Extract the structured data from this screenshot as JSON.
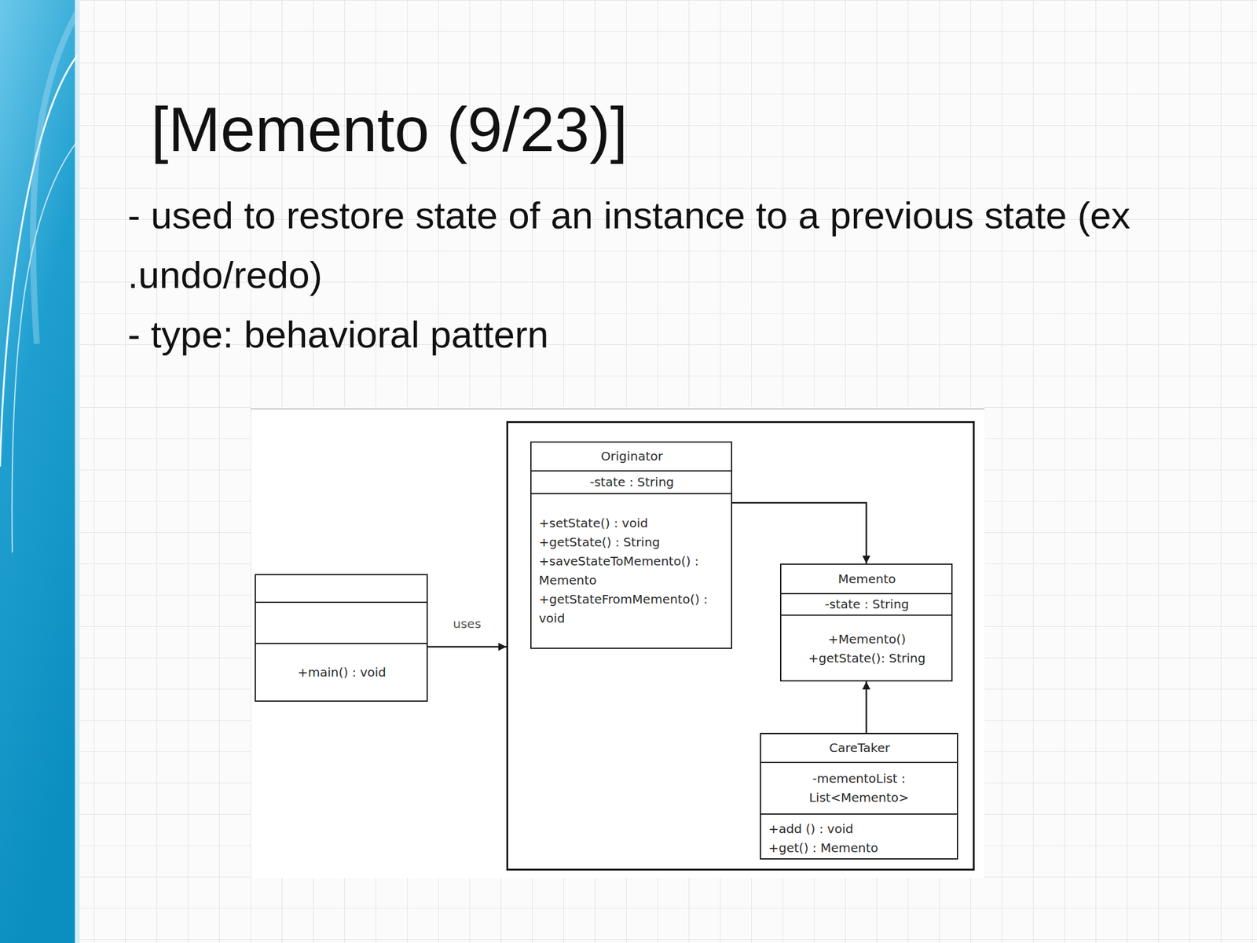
{
  "diagram": {
    "title": "[Memento (9/23)]",
    "nodes": [
      {
        "text": [
          "+main() : void"
        ]
      },
      {
        "text": []
      },
      {
        "text": [
          "Originator",
          "-state : String",
          "+setState() : void",
          "+getState() : String",
          "+saveStateToMemento() : Memento",
          "+getStateFromMemento() : void"
        ],
        "in": 1
      },
      {
        "text": [
          "Memento",
          "-state : String",
          "+Memento()",
          "+getState(): String"
        ],
        "in": 1
      },
      {
        "text": [
          "CareTaker",
          "-mementoList : List<Memento>",
          "+add () : void",
          "+get() : Memento"
        ],
        "in": 1
      }
    ],
    "edges": [
      {
        "from": 0,
        "to": 1,
        "arrow": "to",
        "label": "uses"
      },
      {
        "from": 2,
        "to": 3,
        "arrow": "to"
      },
      {
        "from": 4,
        "to": 3,
        "arrow": "to"
      }
    ],
    "labels": [
      "- used to restore state of an instance to a previous state (ex .undo/redo)",
      "- type: behavioral pattern"
    ]
  }
}
